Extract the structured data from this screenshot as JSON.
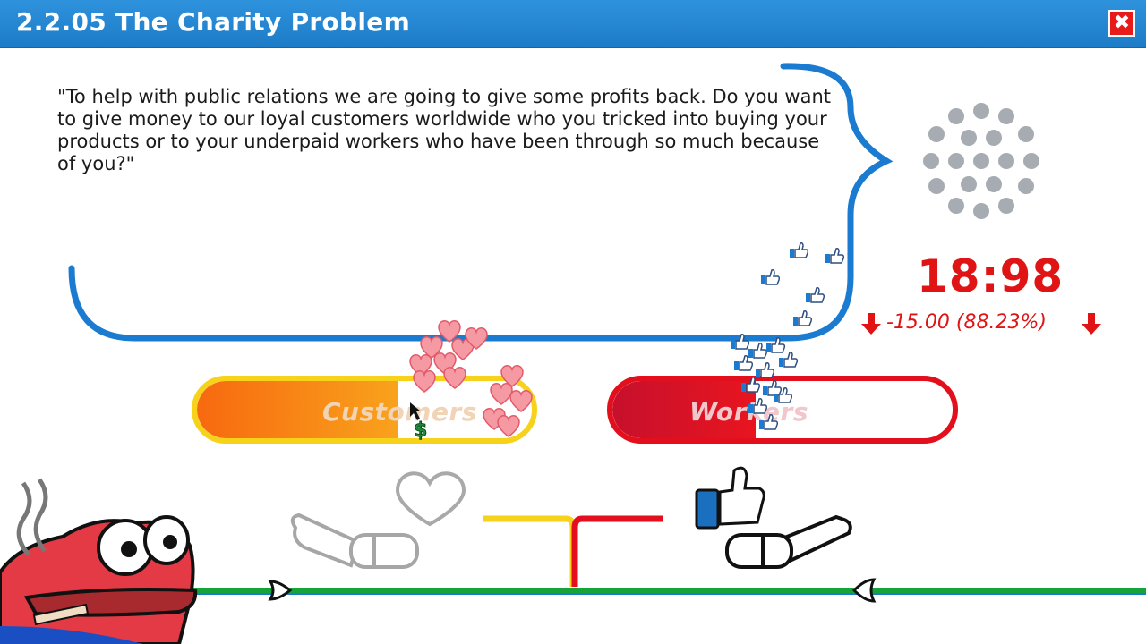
{
  "window": {
    "title": "2.2.05 The Charity Problem",
    "close_icon": "close-icon"
  },
  "dialog": {
    "quote": "\"To help with public relations we are going to give some profits back. Do you want to give money to our loyal customers worldwide who you tricked into buying your products or to your underpaid workers who have been through so much because of you?\""
  },
  "timer": {
    "value": "18:98",
    "change": "-15.00 (88.23%)",
    "change_icon": "down-arrow-icon"
  },
  "choices": {
    "customers": {
      "label": "Customers",
      "fill_fraction": 0.6
    },
    "workers": {
      "label": "Workers",
      "fill_fraction": 0.42
    }
  },
  "colors": {
    "titlebar": "#1d7cc7",
    "bubble_outline": "#1a7bd0",
    "timer_red": "#e01414",
    "customers_fill": "#f7690f",
    "customers_border": "#f7d21a",
    "workers_fill": "#c7102c",
    "workers_border": "#e30f1c",
    "timeline_green": "#15a33a"
  },
  "icons": [
    "close-icon",
    "loading-dots-icon",
    "heart-icon",
    "thumbs-up-icon",
    "dollar-icon",
    "frog-avatar",
    "glove-hand-icon",
    "timeline-marker-icon",
    "cursor-icon"
  ]
}
